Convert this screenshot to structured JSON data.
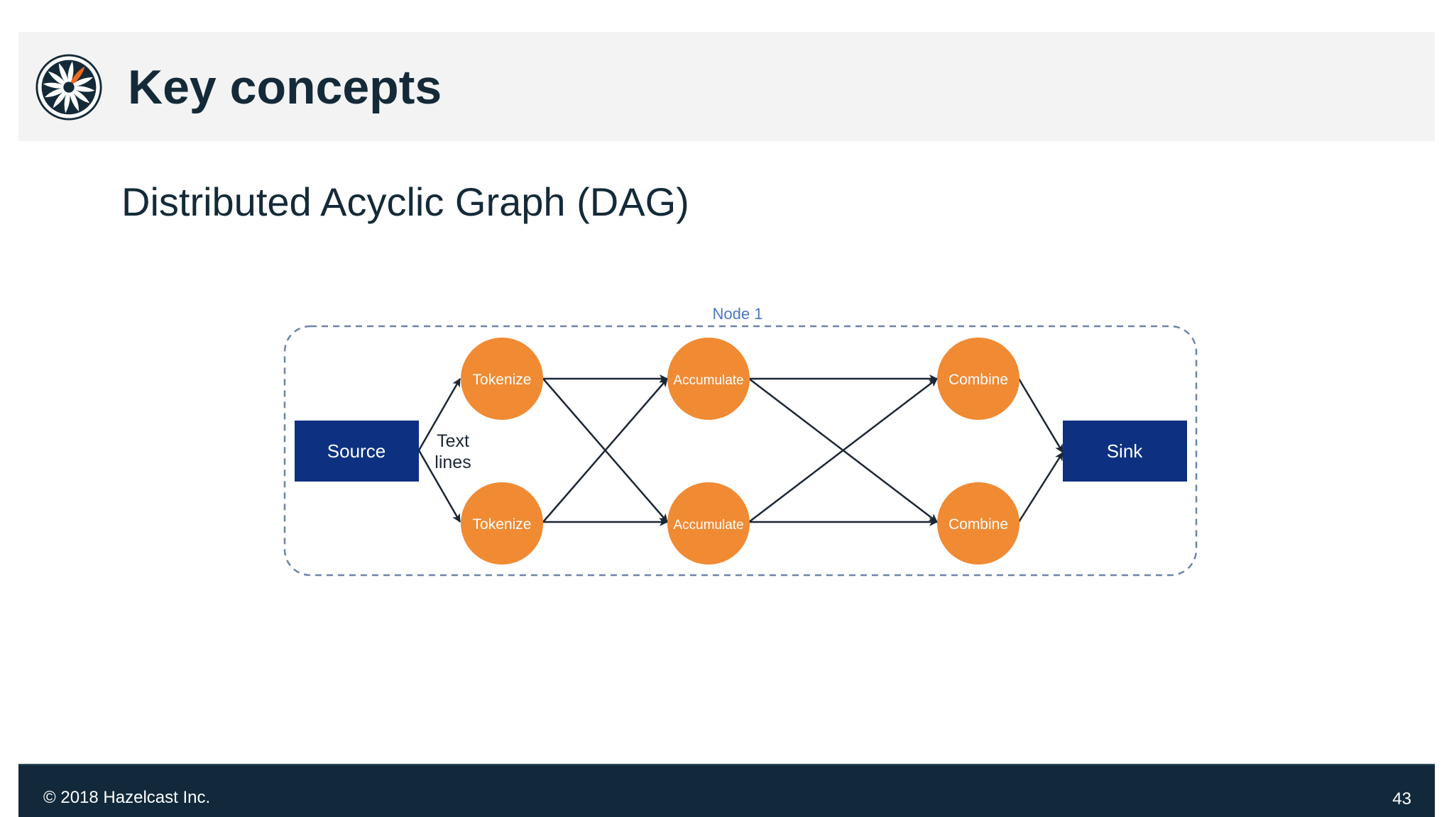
{
  "header": {
    "title": "Key concepts",
    "logo_icon": "hazelcast-turbine-icon"
  },
  "subtitle": "Distributed Acyclic Graph (DAG)",
  "diagram": {
    "node_group_label": "Node 1",
    "edge_label_line1": "Text",
    "edge_label_line2": "lines",
    "vertices": {
      "source": "Source",
      "tokenize_top": "Tokenize",
      "tokenize_bottom": "Tokenize",
      "accumulate_top": "Accumulate",
      "accumulate_bottom": "Accumulate",
      "combine_top": "Combine",
      "combine_bottom": "Combine",
      "sink": "Sink"
    },
    "colors": {
      "process_circle": "#f08a33",
      "endpoint_box": "#0d3180",
      "group_border": "#6d84a8",
      "group_label": "#4a78c4",
      "arrow": "#1b2734"
    }
  },
  "footer": {
    "copyright": "© 2018 Hazelcast Inc.",
    "page_number": "43"
  }
}
